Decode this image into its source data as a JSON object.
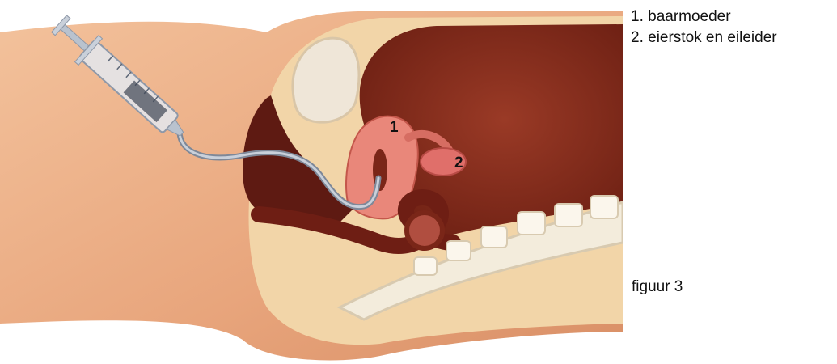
{
  "legend": {
    "items": [
      {
        "text": "1. baarmoeder"
      },
      {
        "text": "2. eierstok en eileider"
      }
    ]
  },
  "labels": {
    "uterus_number": "1",
    "ovary_number": "2"
  },
  "caption": "figuur 3",
  "colors": {
    "skin": "#EDB48C",
    "skin_shadow": "#D98F66",
    "fat": "#F2D5A8",
    "cavity": "#7A2618",
    "organ": "#E9877A",
    "organ_dark": "#C4574B",
    "bone": "#F3ECDC",
    "catheter": "#9AA4B4"
  }
}
